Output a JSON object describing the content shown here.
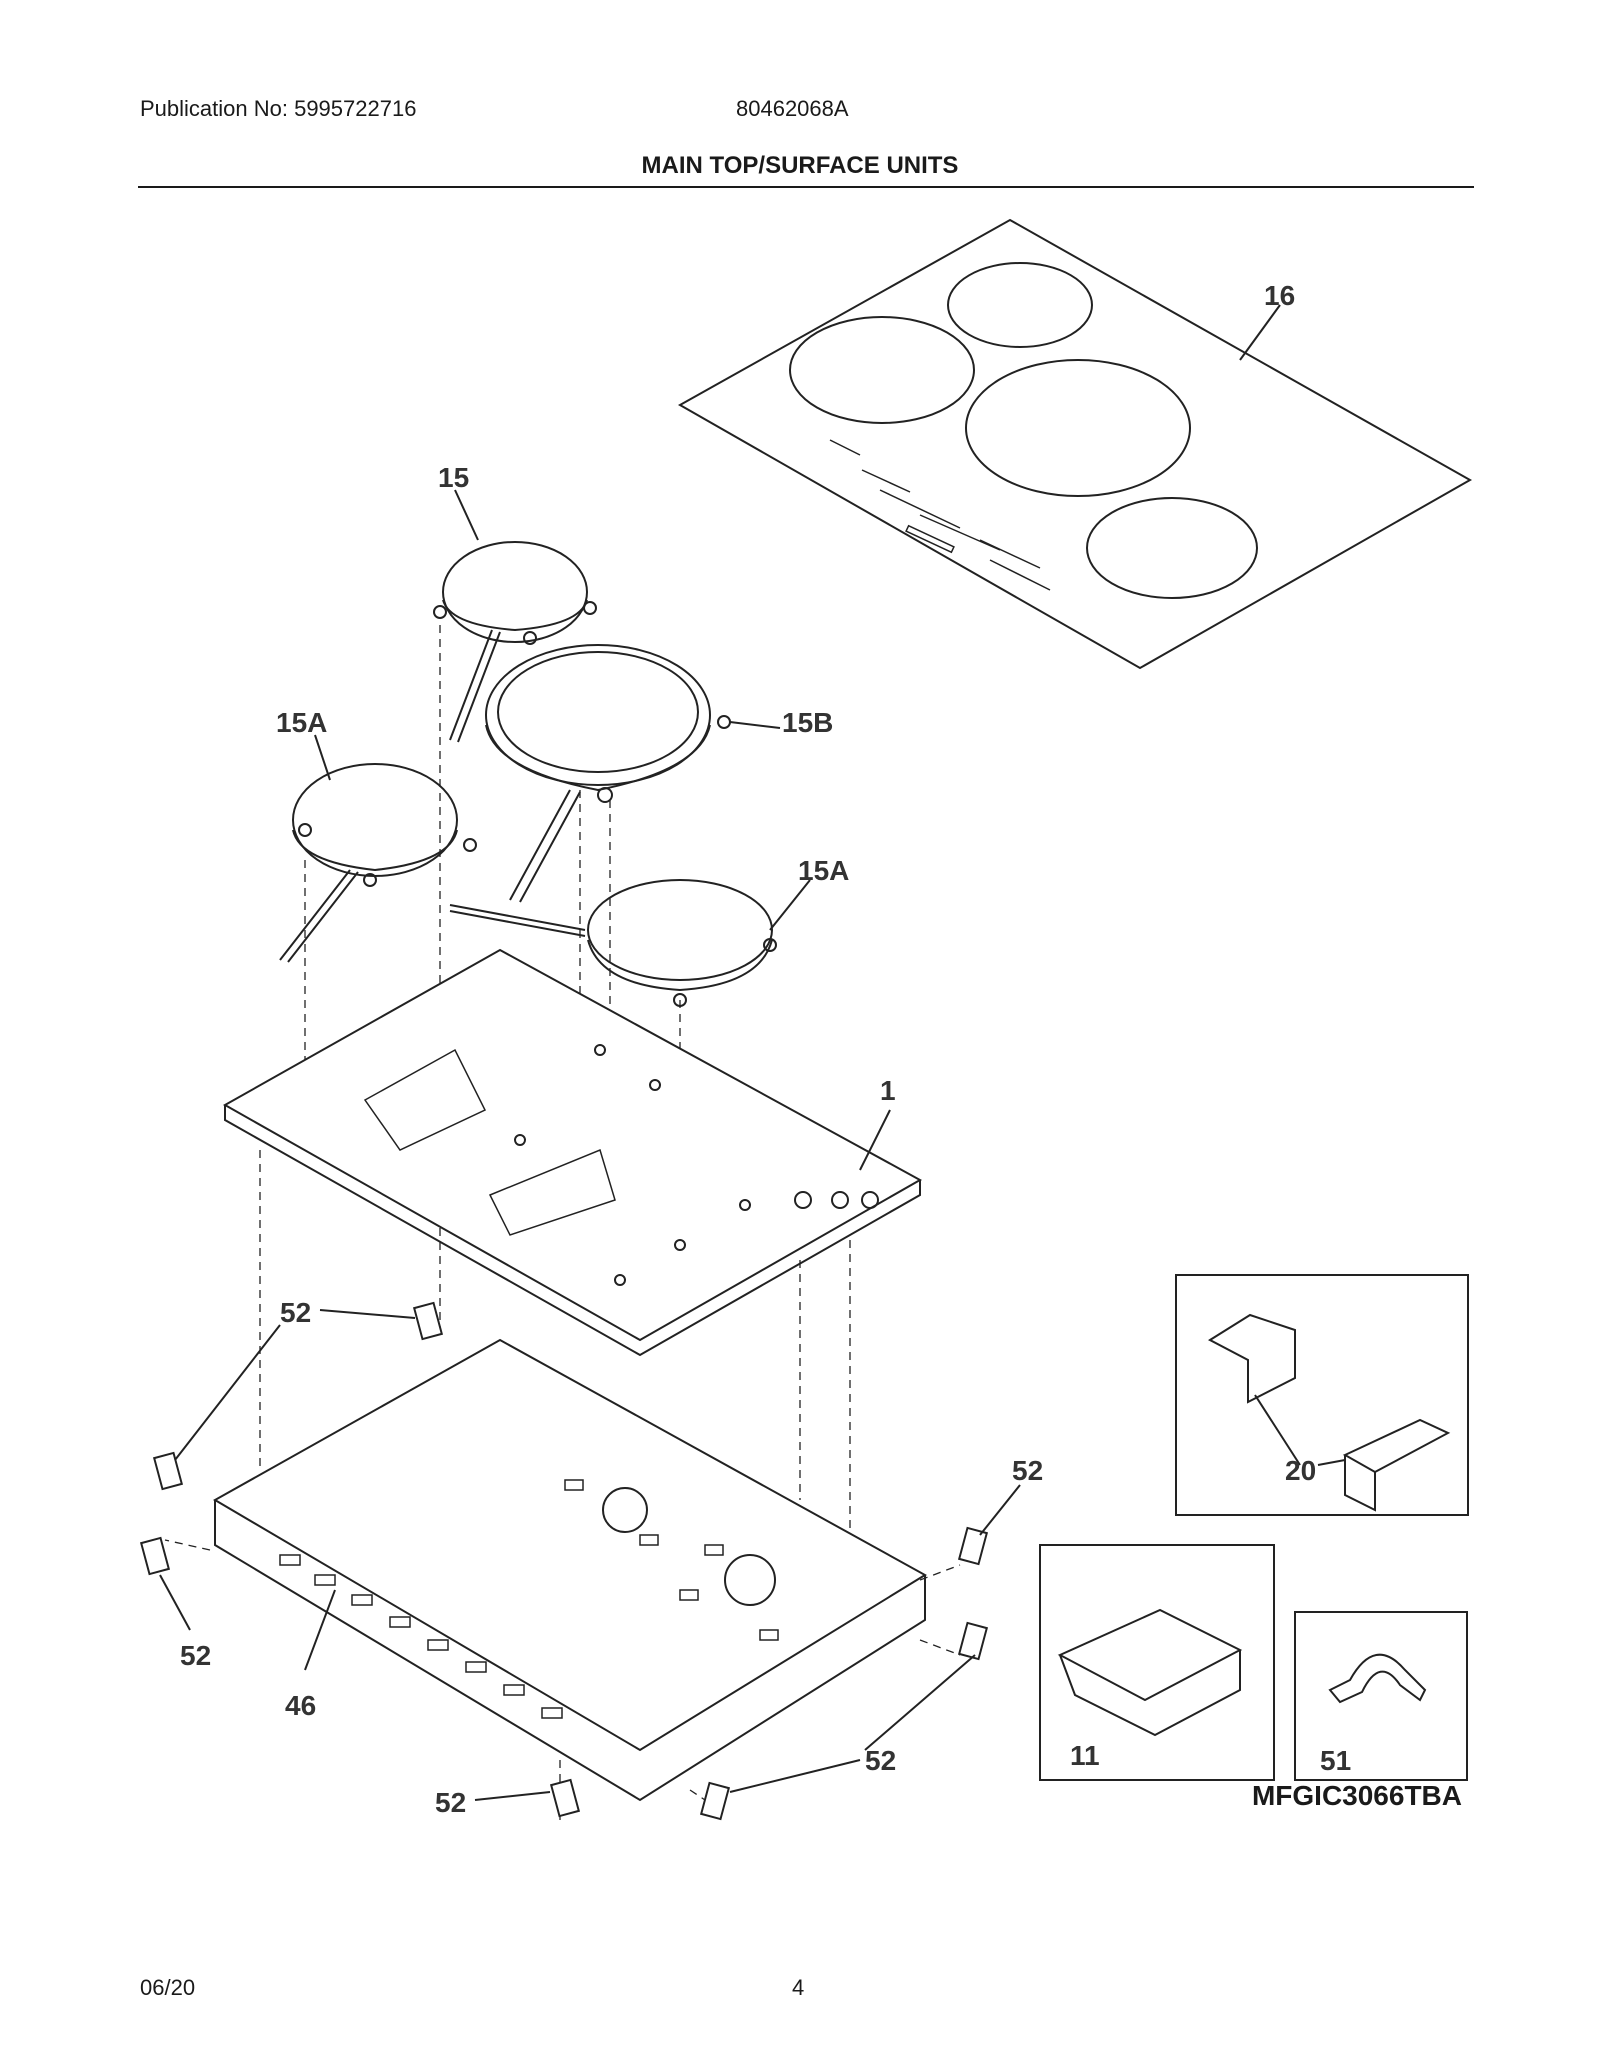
{
  "header": {
    "publication": "Publication No: 5995722716",
    "doc_number": "80462068A",
    "title": "MAIN TOP/SURFACE UNITS"
  },
  "callouts": {
    "c16": "16",
    "c15": "15",
    "c15a_left": "15A",
    "c15b": "15B",
    "c15a_right": "15A",
    "c1": "1",
    "c52_top": "52",
    "c52_right": "52",
    "c52_left": "52",
    "c46": "46",
    "c52_bottom_right": "52",
    "c52_bottom": "52",
    "c20": "20",
    "c11": "11",
    "c51": "51"
  },
  "model": "MFGIC3066TBA",
  "footer": {
    "date": "06/20",
    "page": "4"
  }
}
